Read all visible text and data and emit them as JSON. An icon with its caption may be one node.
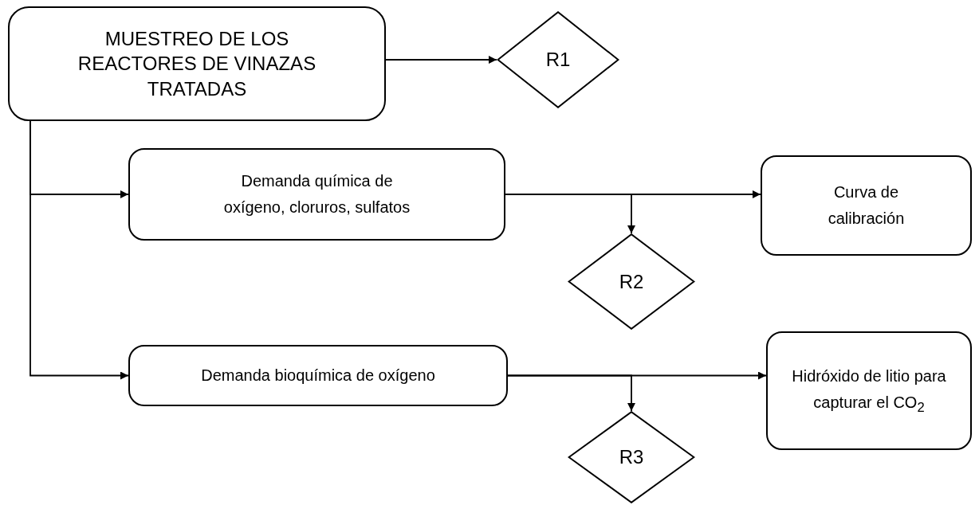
{
  "diagram": {
    "nodes": [
      {
        "text": [
          "MUESTREO DE LOS REACTORES DE VINAZAS TRATADAS"
        ]
      },
      {
        "text": [
          "R1"
        ]
      },
      {
        "text": [
          "Demanda química de oxígeno, cloruros, sulfatos"
        ]
      },
      {
        "text": [
          "Curva de calibración"
        ]
      },
      {
        "text": [
          "R2"
        ]
      },
      {
        "text": [
          "Demanda bioquímica de oxígeno"
        ]
      },
      {
        "text": [
          "Hidróxido de litio para capturar el CO$_{2}$"
        ]
      },
      {
        "text": [
          "R3"
        ]
      }
    ],
    "edges": [
      {
        "from": 0,
        "to": 1,
        "arrow": "to"
      },
      {
        "from": 0,
        "to": 2,
        "arrow": "to"
      },
      {
        "from": 0,
        "to": 5,
        "arrow": "to"
      },
      {
        "from": 2,
        "to": 3,
        "arrow": "to"
      },
      {
        "from": 2,
        "to": 4,
        "arrow": "to"
      },
      {
        "from": 5,
        "to": 6,
        "arrow": "to"
      },
      {
        "from": 5,
        "to": 7,
        "arrow": "to"
      }
    ]
  }
}
